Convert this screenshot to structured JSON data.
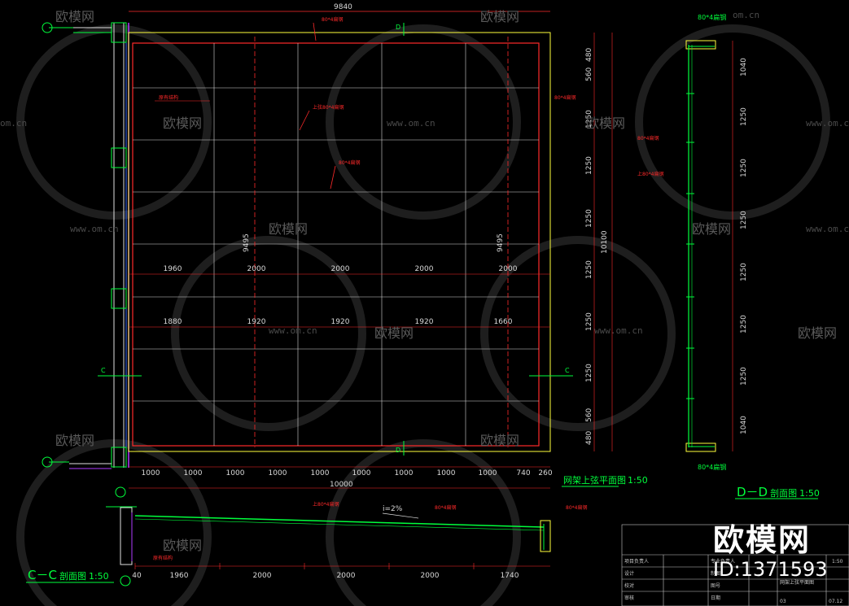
{
  "plan": {
    "top_total": "9840",
    "top_label": "80*4扁钢",
    "beam_label_a": "上弦80*4扁钢",
    "beam_label_b": "80*4扁钢",
    "right_label": "80*4扁钢",
    "left_label": "原有结构",
    "v_left_dim": "9495",
    "v_right_dim": "9495",
    "row1_dims": [
      "1960",
      "2000",
      "2000",
      "2000",
      "2000"
    ],
    "row2_dims": [
      "1880",
      "1920",
      "1920",
      "1920",
      "1660"
    ],
    "right_dims": [
      "480",
      "560",
      "1250",
      "1250",
      "1250",
      "1250",
      "1250",
      "1250",
      "560",
      "480"
    ],
    "right_total": "10100",
    "bottom_dims": [
      "1000",
      "1000",
      "1000",
      "1000",
      "1000",
      "1000",
      "1000",
      "1000",
      "1000",
      "740",
      "260"
    ],
    "bottom_total": "10000",
    "section_mark": "C",
    "d_mark": "D",
    "title": "网架上弦平面图",
    "scale": "1:50"
  },
  "dd": {
    "top_label": "80*4扁钢",
    "mid_label1": "80*4扁钢",
    "mid_label2": "上80*4扁钢",
    "bottom_label": "80*4扁钢",
    "dims": [
      "1040",
      "1250",
      "1250",
      "1250",
      "1250",
      "1250",
      "1250",
      "1040"
    ],
    "title": "D－D",
    "title_suffix": "剖面图",
    "scale": "1:50"
  },
  "cc": {
    "slope": "i=2%",
    "label1": "上80*4扁钢",
    "label2": "80*4扁钢",
    "label3": "80*4扁钢",
    "left_label": "原有结构",
    "dims": [
      "40",
      "1960",
      "2000",
      "2000",
      "2000",
      "1740"
    ],
    "title": "C－C",
    "title_suffix": "剖面图",
    "scale": "1:50"
  },
  "title_block": {
    "rows": [
      "项目负责人",
      "设计",
      "校对",
      "审核"
    ],
    "cells": [
      "专业负责人",
      "制图",
      "图号",
      "日期"
    ],
    "drawing_name": "网架上弦平面图",
    "sheet": "03",
    "scale": "1:50",
    "date": "07.12"
  },
  "watermark": {
    "brand": "欧模网",
    "site": "www.om.cn",
    "site_partial": "om.cn",
    "id": "ID:1371593"
  }
}
